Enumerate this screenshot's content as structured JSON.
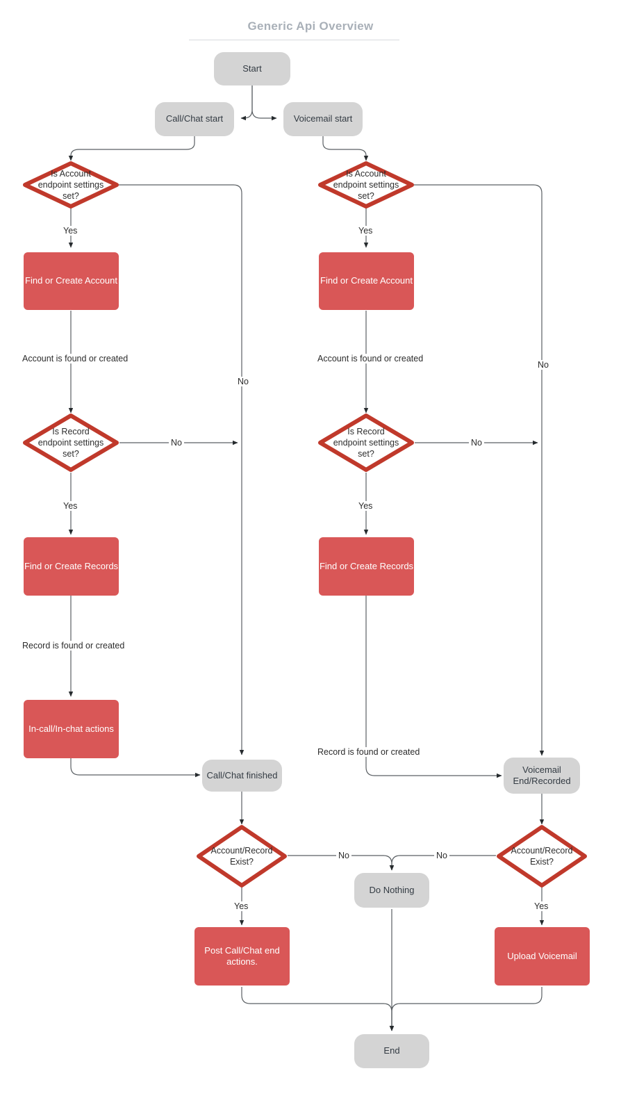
{
  "diagram": {
    "title": "Generic Api Overview",
    "type": "flowchart",
    "colors": {
      "terminal_fill": "#d4d4d4",
      "process_fill": "#d95757",
      "decision_stroke": "#c0392b",
      "edge_stroke": "#5a5f63",
      "title_color": "#a9b0b8",
      "process_text": "#ffffff",
      "terminal_text": "#333b43"
    },
    "nodes": [
      {
        "id": "start",
        "shape": "terminal",
        "label": "Start"
      },
      {
        "id": "callchat_start",
        "shape": "terminal",
        "label": "Call/Chat start"
      },
      {
        "id": "voicemail_start",
        "shape": "terminal",
        "label": "Voicemail start"
      },
      {
        "id": "acct_dec_l",
        "shape": "decision",
        "label": "Is Account\nendpoint settings\nset?"
      },
      {
        "id": "acct_dec_r",
        "shape": "decision",
        "label": "Is Account\nendpoint settings\nset?"
      },
      {
        "id": "find_acct_l",
        "shape": "process",
        "label": "Find or Create Account"
      },
      {
        "id": "find_acct_r",
        "shape": "process",
        "label": "Find or Create Account"
      },
      {
        "id": "rec_dec_l",
        "shape": "decision",
        "label": "Is Record\nendpoint settings\nset?"
      },
      {
        "id": "rec_dec_r",
        "shape": "decision",
        "label": "Is Record\nendpoint settings\nset?"
      },
      {
        "id": "find_rec_l",
        "shape": "process",
        "label": "Find or Create Records"
      },
      {
        "id": "find_rec_r",
        "shape": "process",
        "label": "Find or Create Records"
      },
      {
        "id": "incall",
        "shape": "process",
        "label": "In-call/In-chat actions"
      },
      {
        "id": "callchat_fin",
        "shape": "terminal",
        "label": "Call/Chat finished"
      },
      {
        "id": "vm_end",
        "shape": "terminal",
        "label": "Voicemail\nEnd/Recorded"
      },
      {
        "id": "exist_l",
        "shape": "decision",
        "label": "Account/Record\nExist?"
      },
      {
        "id": "exist_r",
        "shape": "decision",
        "label": "Account/Record\nExist?"
      },
      {
        "id": "do_nothing",
        "shape": "terminal",
        "label": "Do Nothing"
      },
      {
        "id": "post_actions",
        "shape": "process",
        "label": "Post Call/Chat end\nactions."
      },
      {
        "id": "upload_vm",
        "shape": "process",
        "label": "Upload Voicemail"
      },
      {
        "id": "end",
        "shape": "terminal",
        "label": "End"
      }
    ],
    "edge_labels": {
      "acct_yes_left": "Yes",
      "acct_yes_right": "Yes",
      "acct_no_left": "No",
      "acct_no_right": "No",
      "rec_yes_left": "Yes",
      "rec_yes_right": "Yes",
      "rec_no_left": "No",
      "rec_no_right": "No",
      "account_found_left": "Account is found or created",
      "account_found_right": "Account is found or created",
      "record_found_left": "Record is found or created",
      "record_found_right": "Record is found or created",
      "exist_no_left": "No",
      "exist_no_right": "No",
      "exist_yes_left": "Yes",
      "exist_yes_right": "Yes"
    }
  }
}
